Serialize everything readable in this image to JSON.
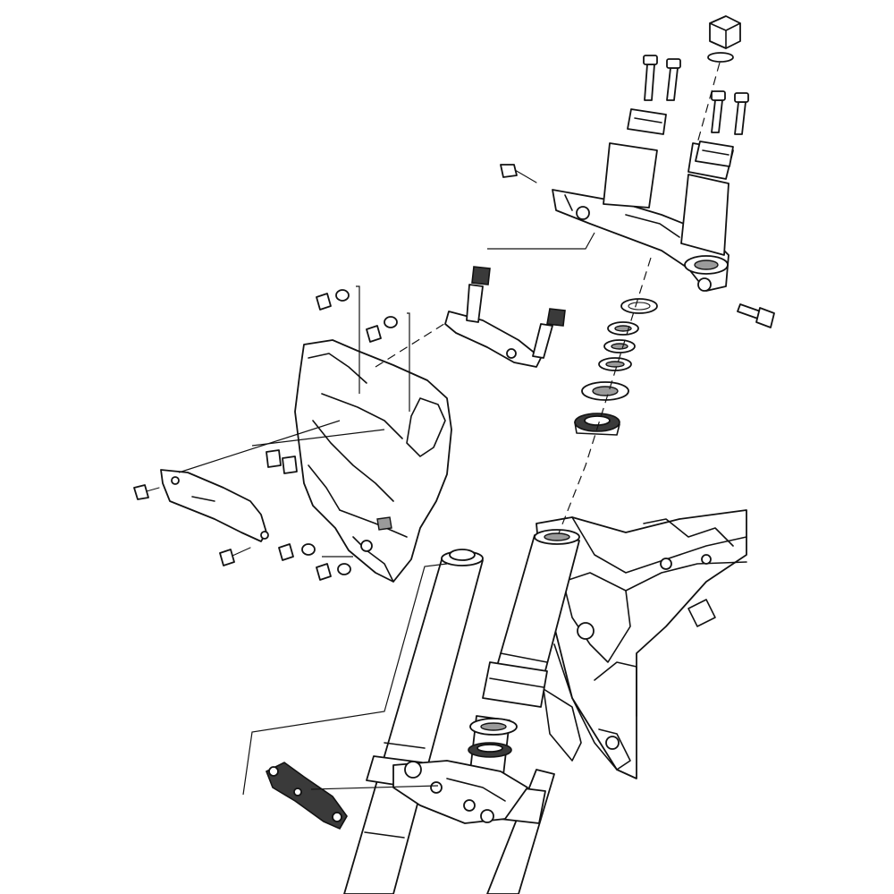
{
  "diagram": {
    "kind": "exploded-parts-view",
    "parts": [
      "top-triple-clamp",
      "handlebar-clamps",
      "steering-stem-nut",
      "upper-bearing",
      "lower-bearing",
      "headlight-housing",
      "fork-tubes",
      "frame",
      "fork-brace"
    ],
    "colors": {
      "line": "#111111",
      "shade": "#9a9a9a",
      "dark": "#3a3a3a",
      "background": "#ffffff"
    }
  }
}
